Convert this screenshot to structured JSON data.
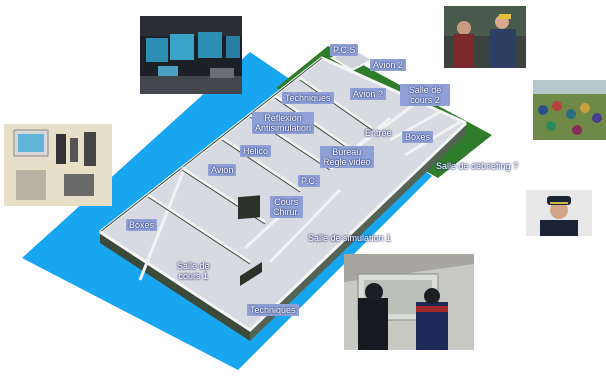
{
  "labels": {
    "pcs": "P.C.S",
    "avion2": "Avion 2",
    "techniques_top": "Techniques",
    "avion_q": "Avion ?",
    "salle_cours2": "Salle de\ncours 2",
    "reflexion": "Reflexion\nAntisimulation",
    "entree": "Entrée",
    "boxes_right": "Boxes",
    "helico": "Hélico",
    "bureau": "Bureau\nRègle vidéo",
    "salle_debrief": "Salle de débriefing ?",
    "avion": "Avion",
    "pc": "P.C.",
    "cours_chirurgie": "Cours\nChirur.",
    "boxes_left": "Boxes",
    "salle_simulation": "Salle de simulation 1",
    "salle_cours1": "Salle de\ncours 1",
    "techniques_bottom": "Techniques"
  },
  "colors": {
    "water": "#18a6f0",
    "grass": "#2f7d2a",
    "floor": "#d9dde3",
    "wall_top": "#f4f4f4",
    "wall_side": "#3c4a3a",
    "label_bg": "#8ea0d6"
  },
  "photos": {
    "control_room": "photo-control-room",
    "interview": "photo-interview",
    "crowd": "photo-crowd",
    "officer": "photo-officer",
    "medical": "photo-medical-room",
    "simulation": "photo-simulation-room"
  }
}
